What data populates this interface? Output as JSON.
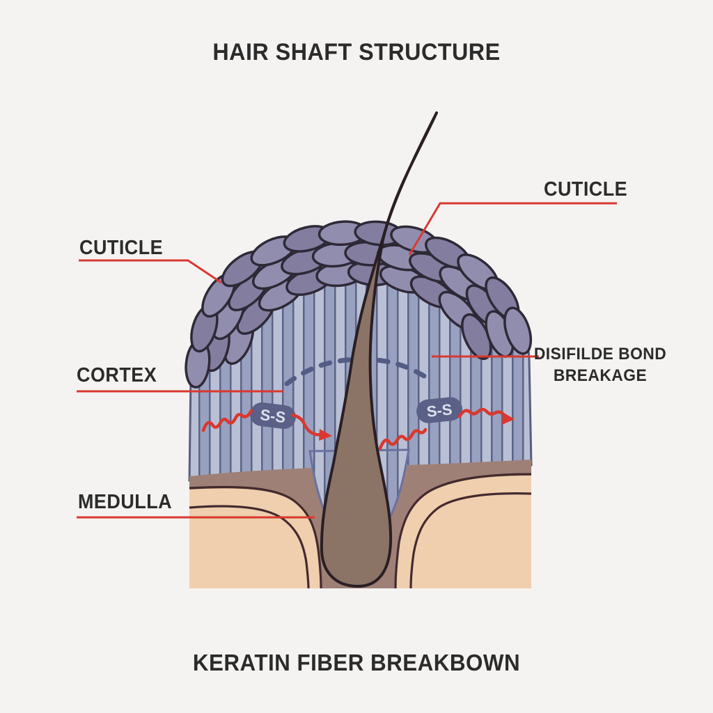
{
  "title": "HAIR SHAFT STRUCTURE",
  "caption": "KERATIN FIBER BREAKBOWN",
  "labels": {
    "cuticle_left": "CUTICLE",
    "cuticle_right": "CUTICLE",
    "cortex": "CORTEX",
    "medulla": "MEDULLA",
    "disulfide_line1": "DISIFILDE BOND",
    "disulfide_line2": "BREAKAGE",
    "bond_left": "S-S",
    "bond_right": "S-S"
  },
  "palette": {
    "bg": "#f4f3f1",
    "ink": "#2b2b2b",
    "red": "#d9382f",
    "stripe_light": "#b9c0d6",
    "stripe_mid": "#98a1c0",
    "stripe_line": "#5d6386",
    "dome_edge": "#565d82",
    "scale_fill": "#918dae",
    "scale_fill_alt": "#837ea0",
    "scale_line": "#2e2936",
    "scale_shadow": "#8b90bd",
    "hair": "#8b7366",
    "hair_line": "#291f24",
    "mauve": "#9f8076",
    "peach": "#f0cfae",
    "skin_line": "#432a2e",
    "pocket_line": "#6a71a0",
    "badge": "#5a6086",
    "badge_text": "#dde0ec",
    "dash": "#525c84"
  }
}
